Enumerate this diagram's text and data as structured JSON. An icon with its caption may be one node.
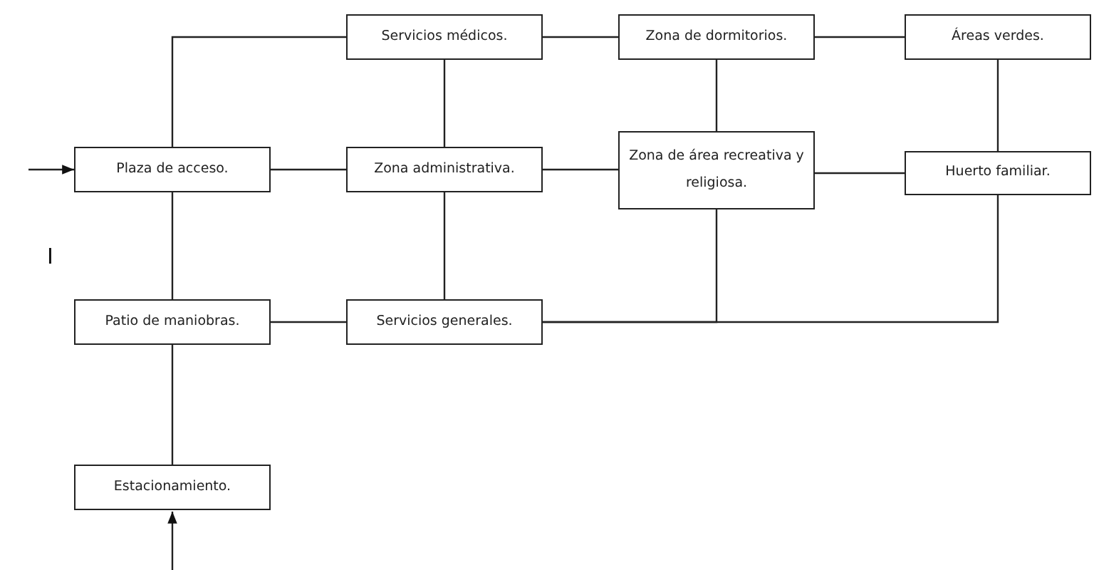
{
  "diagram": {
    "nodes": [
      {
        "text": [
          "Servicios médicos."
        ]
      },
      {
        "text": [
          "Zona de dormitorios."
        ]
      },
      {
        "text": [
          "Áreas verdes."
        ]
      },
      {
        "text": [
          "Plaza de acceso."
        ]
      },
      {
        "text": [
          "Zona administrativa."
        ]
      },
      {
        "text": [
          "Zona de área recreativa y religiosa."
        ]
      },
      {
        "text": [
          "Huerto familiar."
        ]
      },
      {
        "text": [
          "Patio de maniobras."
        ]
      },
      {
        "text": [
          "Servicios generales."
        ]
      },
      {
        "text": [
          "Estacionamiento."
        ]
      }
    ],
    "edges": [
      {
        "from": 3,
        "to": 0,
        "arrow": "none"
      },
      {
        "from": 0,
        "to": 1,
        "arrow": "none"
      },
      {
        "from": 1,
        "to": 2,
        "arrow": "none"
      },
      {
        "from": 0,
        "to": 4,
        "arrow": "none"
      },
      {
        "from": 1,
        "to": 5,
        "arrow": "none"
      },
      {
        "from": 2,
        "to": 6,
        "arrow": "none"
      },
      {
        "from": null,
        "to": 3,
        "arrow": "to"
      },
      {
        "from": 3,
        "to": 4,
        "arrow": "none"
      },
      {
        "from": 4,
        "to": 5,
        "arrow": "none"
      },
      {
        "from": 5,
        "to": 6,
        "arrow": "none"
      },
      {
        "from": 3,
        "to": 7,
        "arrow": "none"
      },
      {
        "from": 4,
        "to": 8,
        "arrow": "none"
      },
      {
        "from": 7,
        "to": 8,
        "arrow": "none"
      },
      {
        "from": 8,
        "to": 5,
        "arrow": "none"
      },
      {
        "from": 8,
        "to": 6,
        "arrow": "none"
      },
      {
        "from": 7,
        "to": 9,
        "arrow": "none"
      },
      {
        "from": null,
        "to": 9,
        "arrow": "to"
      }
    ],
    "labels": [
      "I"
    ]
  }
}
